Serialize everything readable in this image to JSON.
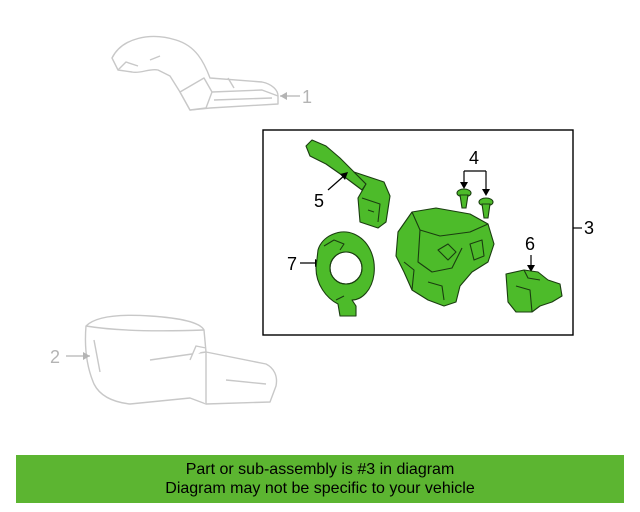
{
  "callouts": {
    "c1": "1",
    "c2": "2",
    "c3": "3",
    "c4": "4",
    "c5": "5",
    "c6": "6",
    "c7": "7"
  },
  "banner": {
    "line1": "Part or sub-assembly is #3 in diagram",
    "line2": "Diagram may not be specific to your vehicle"
  },
  "colors": {
    "highlight": "#5cb531",
    "part_fill": "#4dbb2a",
    "ghost_line": "#c8c8c8",
    "ink": "#000000"
  }
}
